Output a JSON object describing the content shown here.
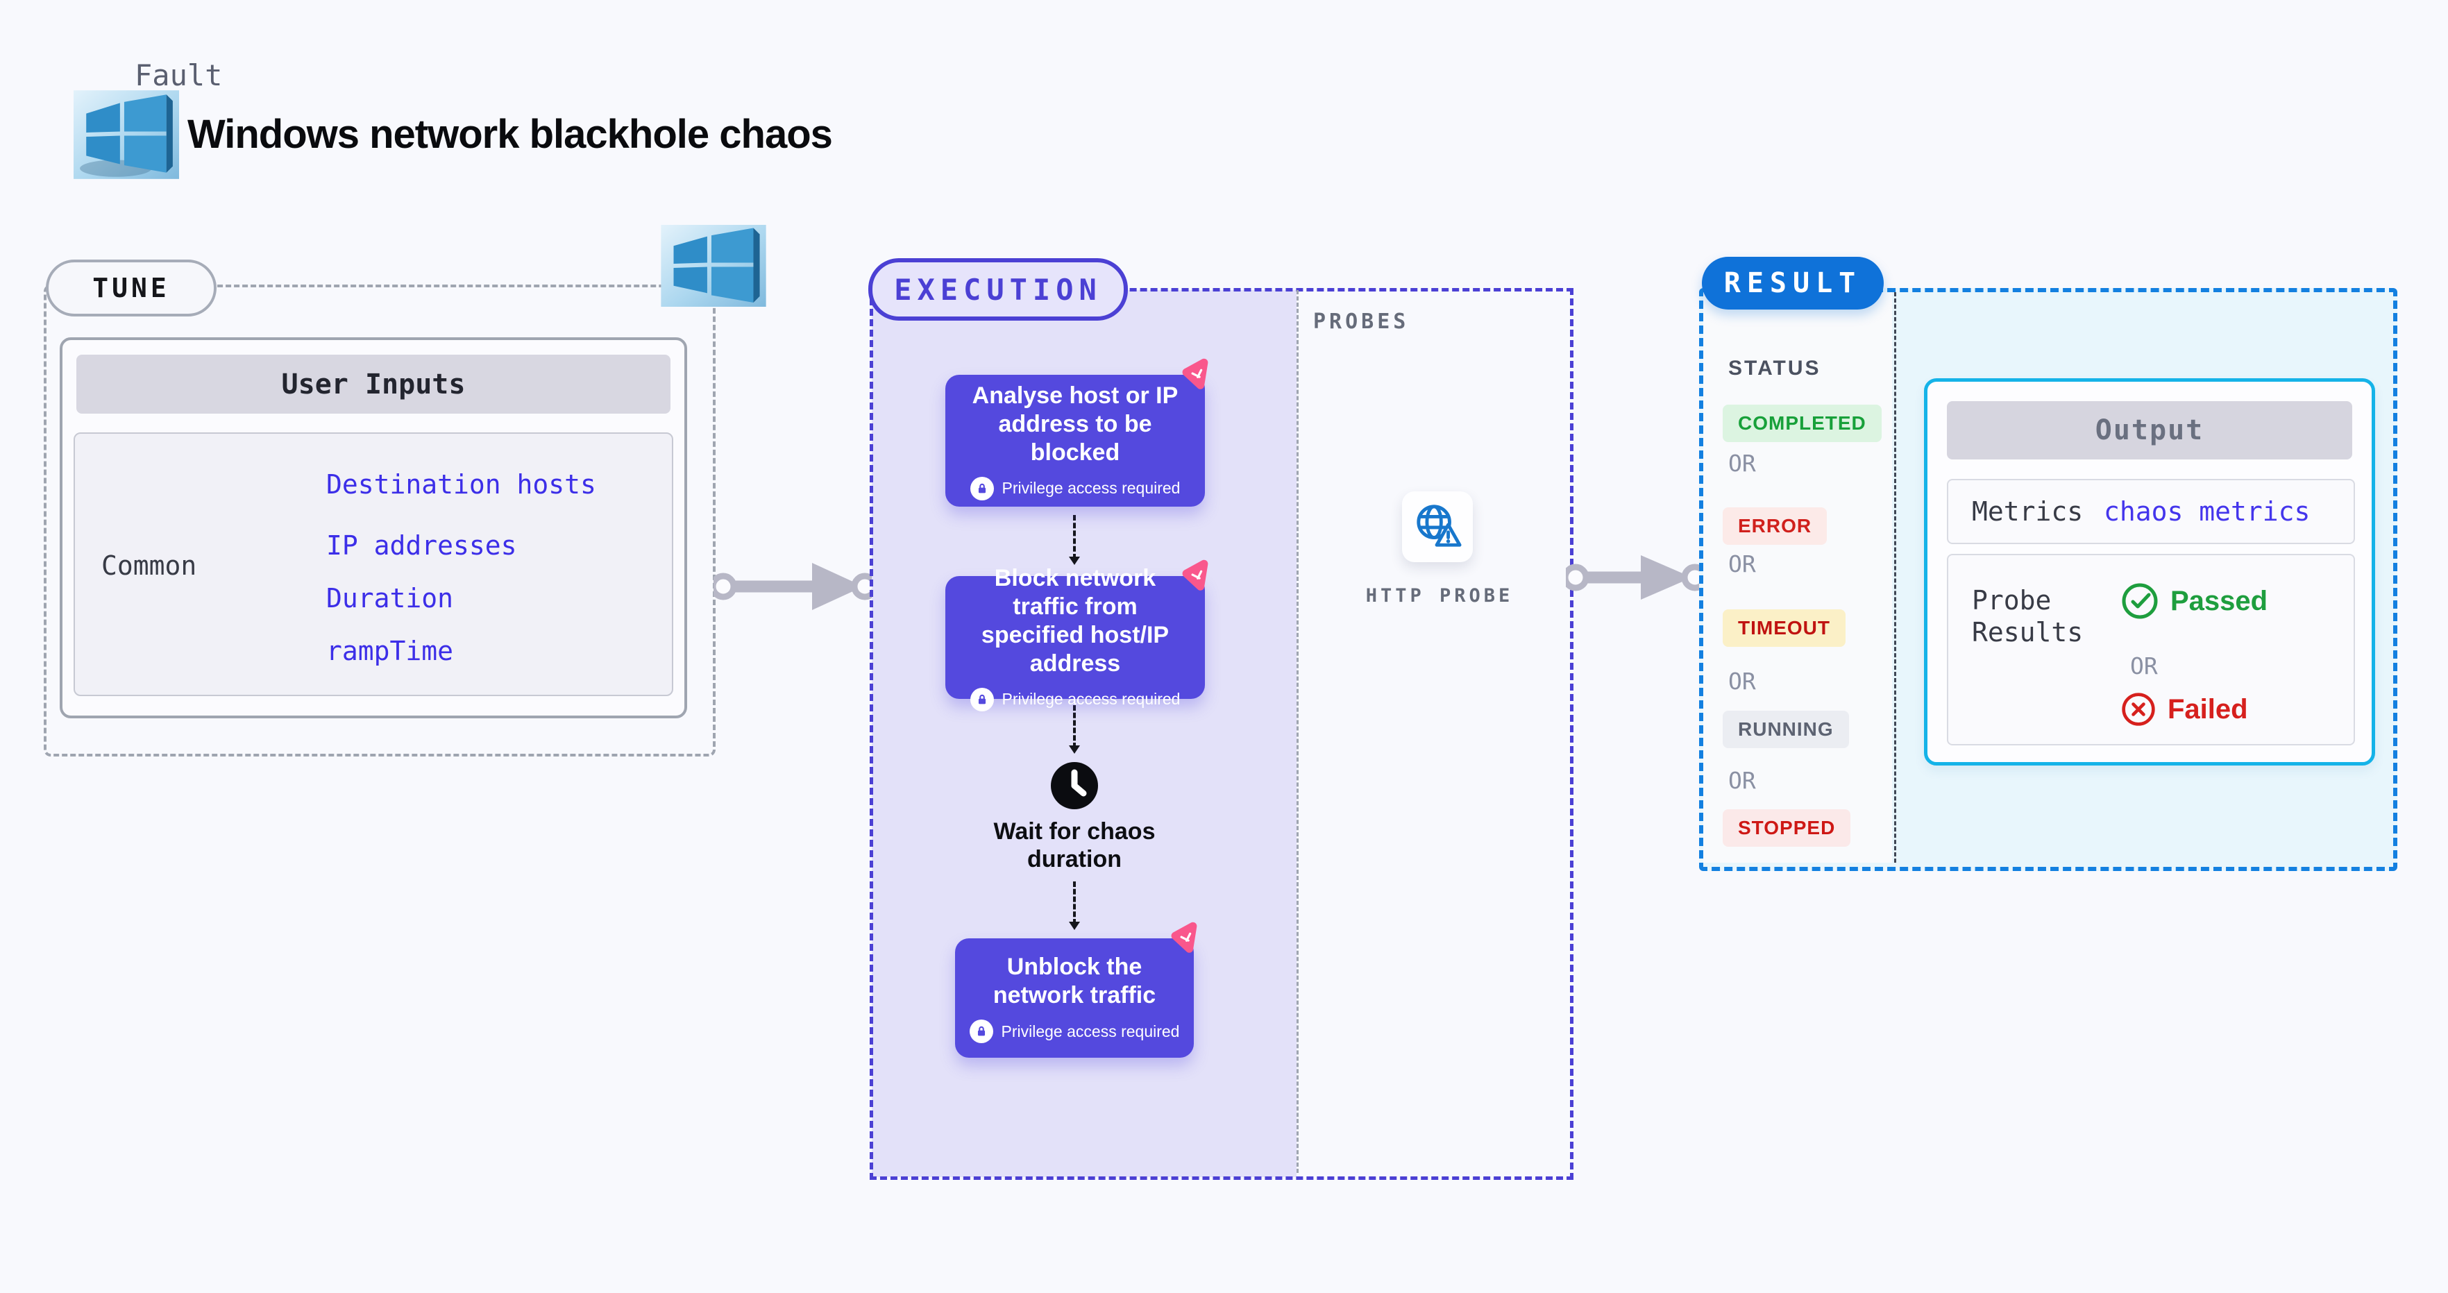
{
  "header": {
    "fault_label": "Fault",
    "title": "Windows network blackhole chaos"
  },
  "tune": {
    "label": "TUNE",
    "table": {
      "header": "User Inputs",
      "row_label": "Common",
      "inputs": [
        {
          "label": "Destination hosts"
        },
        {
          "label": "IP addresses"
        },
        {
          "label": "Duration"
        },
        {
          "label": "rampTime"
        }
      ]
    }
  },
  "execution": {
    "label": "EXECUTION",
    "privilege_note": "Privilege access required",
    "steps": [
      {
        "type": "action",
        "title": "Analyse host or IP address to be blocked"
      },
      {
        "type": "action",
        "title": "Block network traffic from specified host/IP address"
      },
      {
        "type": "wait",
        "title": "Wait for chaos duration"
      },
      {
        "type": "action",
        "title": "Unblock the network traffic"
      }
    ]
  },
  "probes": {
    "label": "PROBES",
    "probe_name": "HTTP PROBE"
  },
  "result": {
    "label": "RESULT",
    "status_heading": "STATUS",
    "or_label": "OR",
    "statuses": [
      {
        "label": "COMPLETED",
        "fg": "#18A03A",
        "bg": "#DCF4E1"
      },
      {
        "label": "ERROR",
        "fg": "#D0201C",
        "bg": "#FCEAE8"
      },
      {
        "label": "TIMEOUT",
        "fg": "#C01311",
        "bg": "#FBF0C7"
      },
      {
        "label": "RUNNING",
        "fg": "#5D6372",
        "bg": "#EBEDF2"
      },
      {
        "label": "STOPPED",
        "fg": "#CE1815",
        "bg": "#FBE9E9"
      }
    ],
    "output": {
      "header": "Output",
      "metrics_label": "Metrics",
      "metrics_link": "chaos metrics",
      "probe_results_label": "Probe Results",
      "passed_label": "Passed",
      "failed_label": "Failed"
    }
  },
  "colors": {
    "page_bg": "#F8F9FD",
    "execution_accent": "#4B40D4",
    "execution_fill": "#E3E1F9",
    "step_card": "#5449DE",
    "chaos_icon_pink": "#F9578C",
    "result_accent": "#1380E0",
    "result_fill": "#E8F6FC",
    "output_border": "#15B3E8",
    "link_indigo": "#3C2EE8",
    "windows_blue": "#3D9AD1"
  }
}
